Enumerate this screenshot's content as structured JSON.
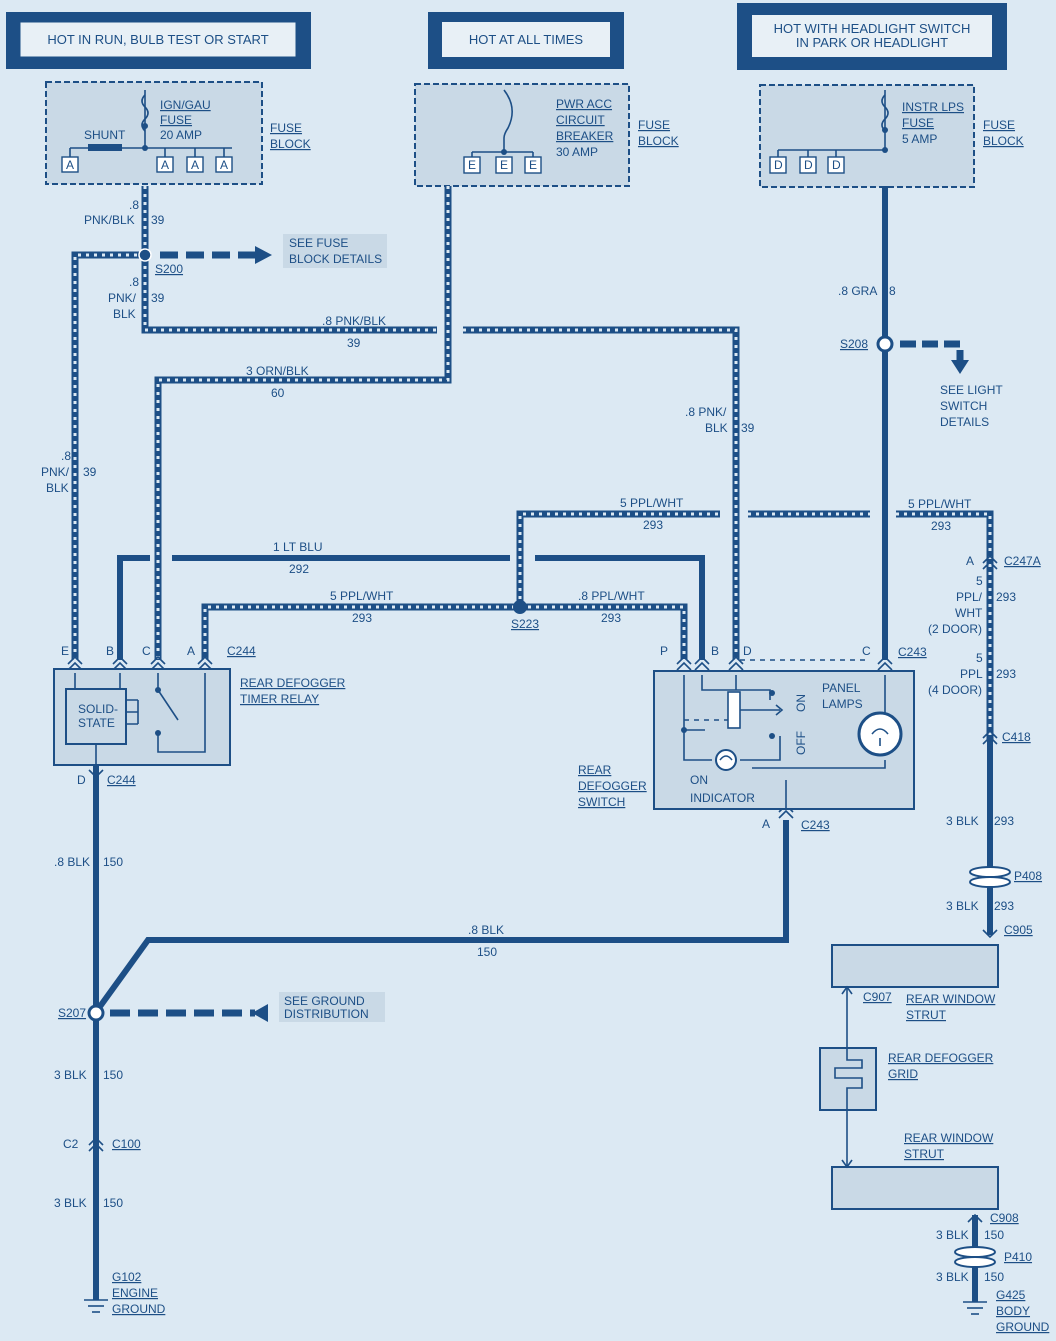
{
  "headers": {
    "run": "HOT IN RUN, BULB TEST OR START",
    "always": "HOT AT ALL TIMES",
    "headlight_1": "HOT WITH HEADLIGHT SWITCH",
    "headlight_2": "IN PARK OR HEADLIGHT"
  },
  "fuse_block": {
    "label_1": "FUSE",
    "label_2": "BLOCK",
    "shunt": "SHUNT",
    "ign_fuse_1": "IGN/GAU",
    "ign_fuse_2": "FUSE",
    "ign_fuse_3": "20 AMP",
    "pwr_acc_1": "PWR ACC",
    "pwr_acc_2": "CIRCUIT",
    "pwr_acc_3": "BREAKER",
    "pwr_acc_4": "30 AMP",
    "instr_1": "INSTR LPS",
    "instr_2": "FUSE",
    "instr_3": "5 AMP",
    "pin_a": "A",
    "pin_e": "E",
    "pin_d": "D"
  },
  "wires": {
    "w08": ".8",
    "pnk_blk": "PNK/BLK",
    "pnk": "PNK/",
    "blk": "BLK",
    "c39": "39",
    "pnk_blk_full": ".8 PNK/BLK",
    "pnk_slash": ".8 PNK/",
    "orn_blk": "3 ORN/BLK",
    "c60": "60",
    "gra": ".8 GRA",
    "c8": "8",
    "lt_blu": "1 LT BLU",
    "c292": "292",
    "ppl_wht_5": "5 PPL/WHT",
    "c293": "293",
    "ppl_wht_08": ".8 PPL/WHT",
    "blk_08": ".8 BLK",
    "c150": "150",
    "blk_3": "3 BLK",
    "n5": "5",
    "ppl_slash": "PPL/",
    "wht": "WHT",
    "two_door": "(2 DOOR)",
    "ppl": "PPL",
    "four_door": "(4 DOOR)"
  },
  "splices": {
    "s200": "S200",
    "s208": "S208",
    "s223": "S223",
    "s207": "S207"
  },
  "notes": {
    "fuse_details_1": "SEE FUSE",
    "fuse_details_2": "BLOCK DETAILS",
    "light_switch_1": "SEE LIGHT",
    "light_switch_2": "SWITCH",
    "light_switch_3": "DETAILS",
    "ground_dist_1": "SEE GROUND",
    "ground_dist_2": "DISTRIBUTION"
  },
  "connectors": {
    "c244": "C244",
    "c243": "C243",
    "c247a": "C247A",
    "c418": "C418",
    "p408": "P408",
    "c905": "C905",
    "c907": "C907",
    "c908": "C908",
    "p410": "P410",
    "c2": "C2",
    "c100": "C100",
    "pin_e": "E",
    "pin_b": "B",
    "pin_c": "C",
    "pin_a": "A",
    "pin_d": "D",
    "pin_p": "P"
  },
  "components": {
    "timer_1": "REAR DEFOGGER",
    "timer_2": "TIMER RELAY",
    "solid_1": "SOLID-",
    "solid_2": "STATE",
    "switch_1": "REAR",
    "switch_2": "DEFOGGER",
    "switch_3": "SWITCH",
    "panel_1": "PANEL",
    "panel_2": "LAMPS",
    "on": "ON",
    "off": "OFF",
    "on_ind_1": "ON",
    "on_ind_2": "INDICATOR",
    "strut_1": "REAR WINDOW",
    "strut_2": "STRUT",
    "grid_1": "REAR DEFOGGER",
    "grid_2": "GRID"
  },
  "grounds": {
    "g102": "G102",
    "engine": "ENGINE",
    "ground": "GROUND",
    "g425": "G425",
    "body": "BODY"
  },
  "colors": {
    "ink": "#1d4f86",
    "paper": "#dce9f3",
    "fill": "#c9d9e6"
  }
}
